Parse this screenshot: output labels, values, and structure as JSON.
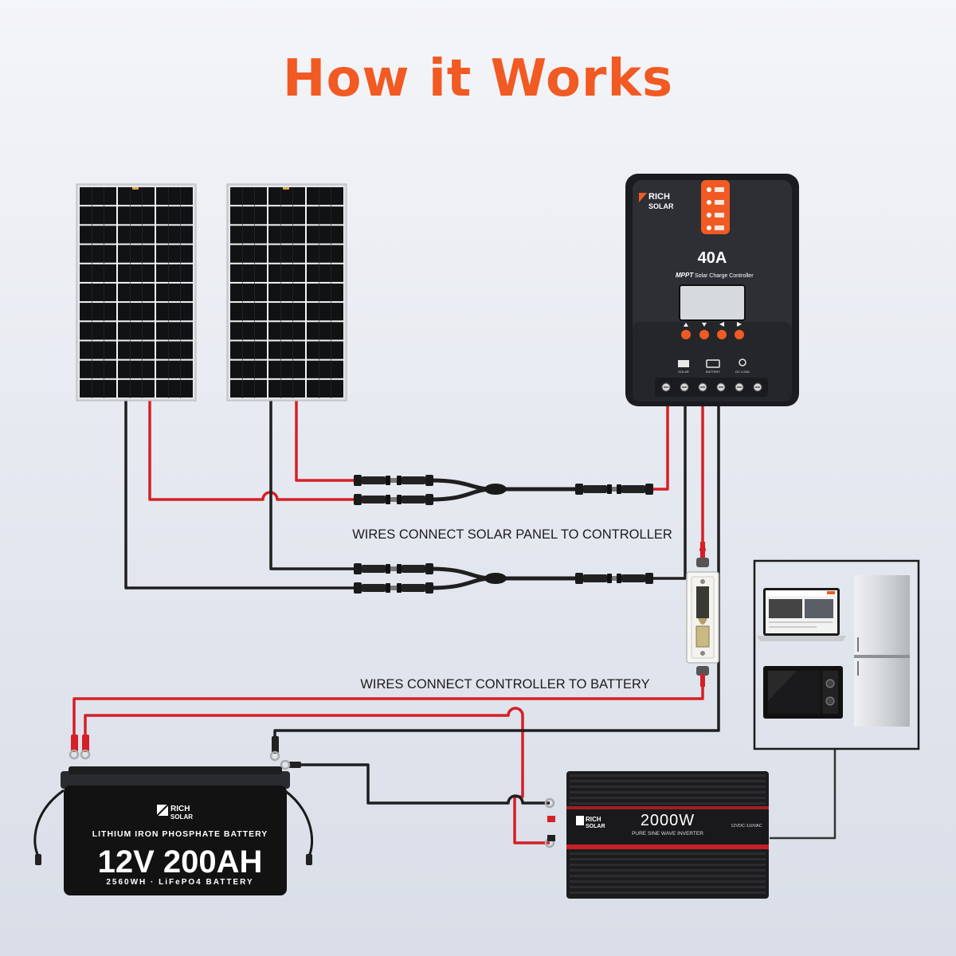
{
  "title": "How it Works",
  "colors": {
    "title": "#f15a22",
    "accent": "#f15a22",
    "wire_red": "#d61f26",
    "wire_black": "#1f1f1f",
    "device_dark": "#2a2c30"
  },
  "labels": {
    "panels_to_controller": "WIRES CONNECT SOLAR PANEL TO CONTROLLER",
    "controller_to_battery": "WIRES CONNECT CONTROLLER TO BATTERY"
  },
  "controller": {
    "brand_line1": "RICH",
    "brand_line2": "SOLAR",
    "rating": "40A",
    "type_prefix": "MPPT",
    "type_name": "Solar Charge Controller",
    "terminal_labels": [
      "SOLAR",
      "BATTERY",
      "DC LOAD"
    ]
  },
  "battery": {
    "brand_line1": "RICH",
    "brand_line2": "SOLAR",
    "chemistry": "LITHIUM IRON PHOSPHATE BATTERY",
    "rating": "12V 200AH",
    "spec": "2560WH · LiFePO4 BATTERY"
  },
  "inverter": {
    "brand_line1": "RICH",
    "brand_line2": "SOLAR",
    "power": "2000W",
    "type": "PURE SINE WAVE INVERTER",
    "voltage": "12VDC-110VAC"
  },
  "solar_panel": {
    "cell_columns": 3,
    "cell_rows": 11,
    "count": 2
  }
}
